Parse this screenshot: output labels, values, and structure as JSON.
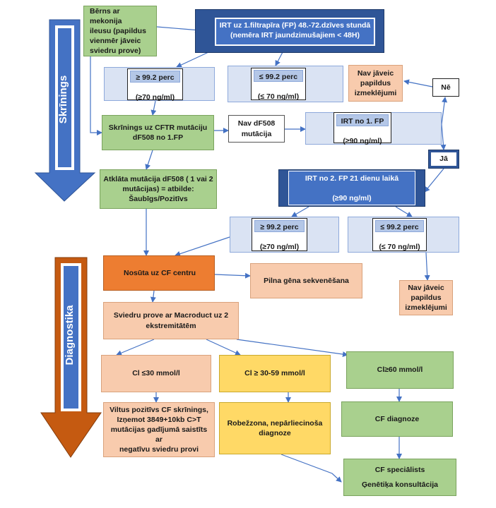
{
  "sections": {
    "screening": "Skrīnings",
    "diagnostics": "Diagnostika"
  },
  "boxes": {
    "meconium": [
      "Bērns ar mekonija",
      "ileusu (papildus",
      "vienmēr jāveic",
      "sviedru prove)"
    ],
    "irt1": [
      "IRT uz 1.filtrapīra (FP) 48.-72.dzīves stundā",
      "(nemēra IRT jaundzimušajiem < 48H)"
    ],
    "irt_high": [
      "≥ 99.2 perc",
      "(≥70 ng/ml)"
    ],
    "irt_low": [
      "≤ 99.2 perc",
      "(≤ 70 ng/ml)"
    ],
    "no_further_1": [
      "Nav jāveic",
      "papildus",
      "izmeklējumi"
    ],
    "ne": "Nē",
    "cftr_screen": [
      "Skrīnings uz CFTR mutāciju",
      "dF508 no 1.FP"
    ],
    "no_df508": [
      "Nav dF508",
      "mutācija"
    ],
    "irt_fp1": [
      "IRT no 1. FP",
      "(≥90 ng/ml)"
    ],
    "ja": "Jā",
    "df508_found": [
      "Atklāta mutācija dF508 ( 1 vai 2",
      "mutācijas) = atbilde:",
      "Šaubīgs/Pozitīvs"
    ],
    "irt2": [
      "IRT no 2. FP 21 dienu laikā",
      "(≥90 ng/ml)"
    ],
    "irt2_high": [
      "≥ 99.2 perc",
      "(≥70 ng/ml)"
    ],
    "irt2_low": [
      "≤ 99.2 perc",
      "(≤ 70 ng/ml)"
    ],
    "cf_center": "Nosūta uz CF centru",
    "sequencing": "Pilna gēna sekvenēšana",
    "no_further_2": [
      "Nav jāveic",
      "papildus",
      "izmeklējumi"
    ],
    "sweat_test": [
      "Sviedru prove ar Macroduct uz 2",
      "ekstremitātēm"
    ],
    "cl_low": "Cl ≤30 mmol/l",
    "cl_mid": "Cl ≥ 30-59 mmol/l",
    "cl_high": "Cl≥60 mmol/l",
    "false_pos": [
      "Viltus pozitīvs CF skrīnings,",
      "Izņemot 3849+10kb C>T",
      "mutācijas gadījumā saistīts ar",
      "negatīvu sviedru provi"
    ],
    "borderline": [
      "Robežzona, nepārliecinoša",
      "diagnoze"
    ],
    "cf_diag": "CF diagnoze",
    "specialist": [
      "CF speciālists",
      "Ģenētiķa konsultācija"
    ]
  },
  "colors": {
    "green": "#a9d08e",
    "light_blue": "#dae3f3",
    "peach": "#f8cbad",
    "orange": "#ed7d31",
    "yellow": "#ffd966",
    "dark_blue": "#2f5597",
    "arrow_blue": "#4472c4",
    "arrow_orange": "#c55a11"
  }
}
